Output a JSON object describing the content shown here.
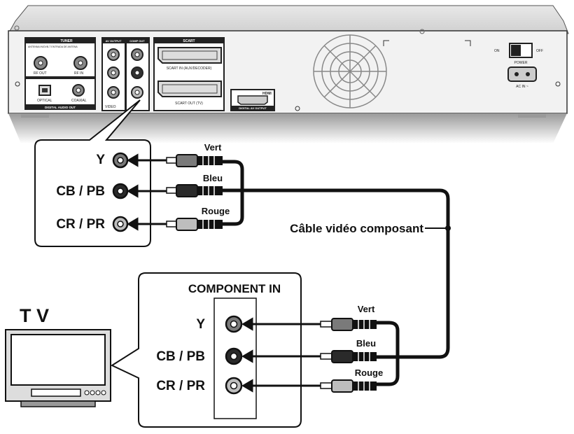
{
  "device": {
    "tuner_label": "TUNER",
    "tuner_sub": "ANTENNA IN/DVB-T ENTRADA DE ANTENA",
    "rf_out": "RF OUT",
    "rf_in": "RF IN",
    "digital_audio_out": "DIGITAL AUDIO OUT",
    "optical": "OPTICAL",
    "coaxial": "COAXIAL",
    "av_output": "AV OUTPUT",
    "comp_out": "COMP OUT",
    "video": "VIDEO",
    "scart": "SCART",
    "scart_in": "SCART IN (AUX/DECODER)",
    "scart_out": "SCART OUT (TV)",
    "hdmi": "HDMI",
    "digital_av_output": "DIGITAL AV OUTPUT",
    "on": "ON",
    "off": "OFF",
    "power": "POWER",
    "ac_in": "AC IN ~"
  },
  "callout_top": {
    "labels": [
      "Y",
      "CB / PB",
      "CR / PR"
    ]
  },
  "cable_top": {
    "colors": [
      "Vert",
      "Bleu",
      "Rouge"
    ]
  },
  "cable_name": "Câble vidéo composant",
  "tv": {
    "title": "T V",
    "panel_title": "COMPONENT IN",
    "labels": [
      "Y",
      "CB / PB",
      "CR / PR"
    ]
  },
  "cable_bottom": {
    "colors": [
      "Vert",
      "Bleu",
      "Rouge"
    ]
  },
  "colors": {
    "jack_y": "#7a7a7a",
    "jack_pb": "#2a2a2a",
    "jack_pr": "#bdbdbd"
  }
}
